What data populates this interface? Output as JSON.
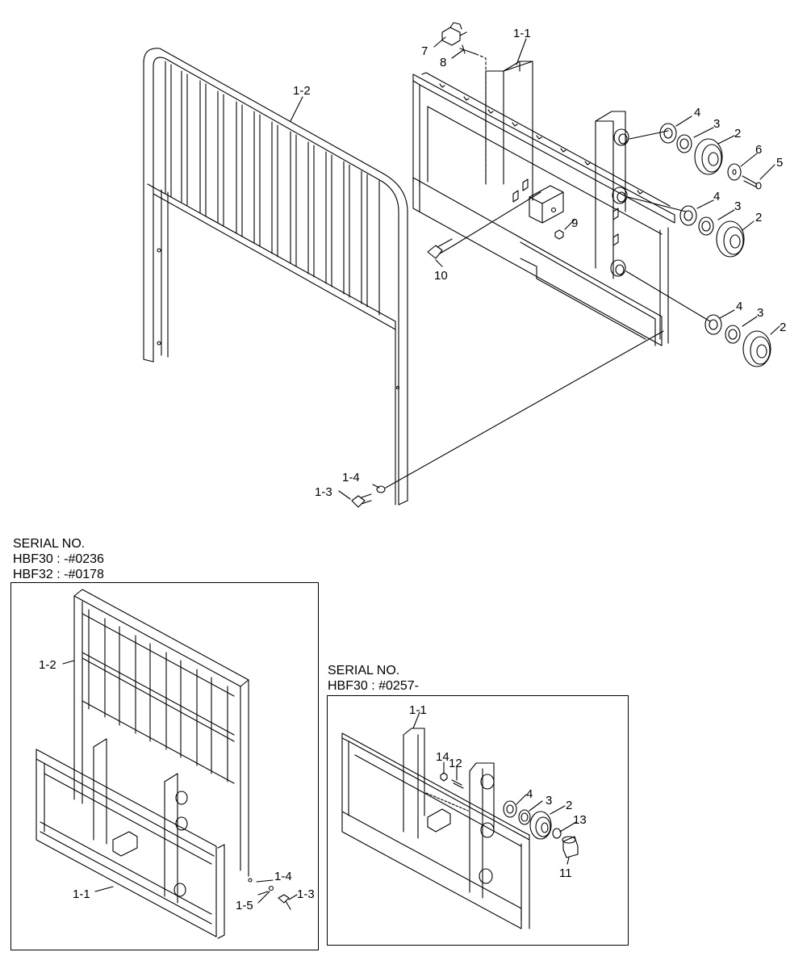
{
  "serial_a": {
    "title": "SERIAL NO.",
    "line1": "HBF30 : -#0236",
    "line2": "HBF32 : -#0178"
  },
  "serial_b": {
    "title": "SERIAL NO.",
    "line1": "HBF30 : #0257-"
  },
  "main_labels": [
    "1-1",
    "1-2",
    "7",
    "8",
    "4",
    "3",
    "2",
    "6",
    "5",
    "4",
    "3",
    "2",
    "9",
    "10",
    "4",
    "3",
    "2",
    "1-4",
    "1-3"
  ],
  "inset_a_labels": [
    "1-2",
    "1-1",
    "1-4",
    "1-5",
    "1-3"
  ],
  "inset_b_labels": [
    "1-1",
    "14",
    "12",
    "4",
    "3",
    "2",
    "13",
    "11"
  ]
}
